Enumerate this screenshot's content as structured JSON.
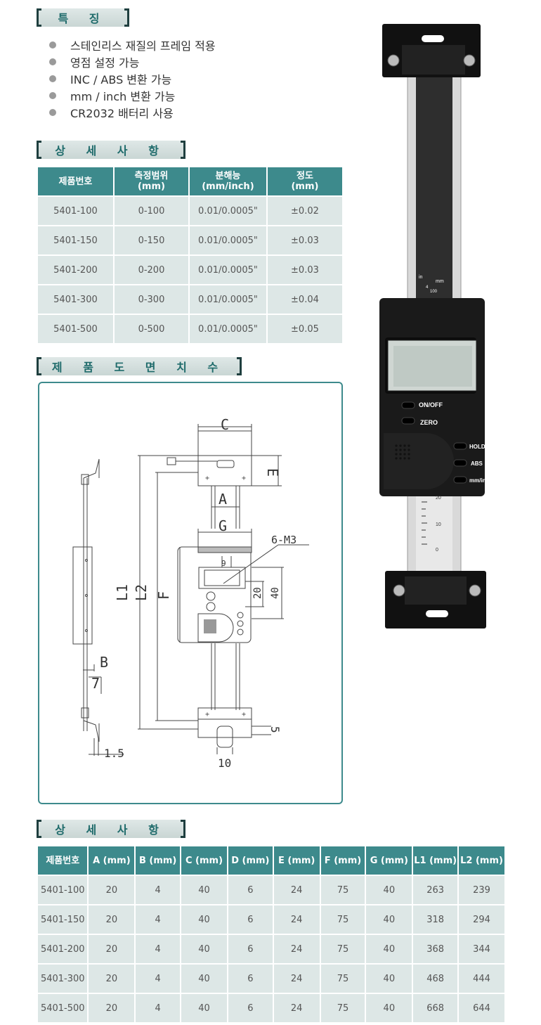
{
  "features": {
    "title": "특 징",
    "items": [
      "스테인리스 재질의 프레임 적용",
      "영점 설정 가능",
      "INC / ABS 변환 가능",
      "mm / inch 변환 가능",
      "CR2032 배터리 사용"
    ]
  },
  "spec1": {
    "title": "상 세 사 항",
    "headers": [
      [
        "제품번호",
        ""
      ],
      [
        "측정범위",
        "(mm)"
      ],
      [
        "분해능",
        "(mm/inch)"
      ],
      [
        "정도",
        "(mm)"
      ]
    ],
    "rows": [
      [
        "5401-100",
        "0-100",
        "0.01/0.0005\"",
        "±0.02"
      ],
      [
        "5401-150",
        "0-150",
        "0.01/0.0005\"",
        "±0.03"
      ],
      [
        "5401-200",
        "0-200",
        "0.01/0.0005\"",
        "±0.03"
      ],
      [
        "5401-300",
        "0-300",
        "0.01/0.0005\"",
        "±0.04"
      ],
      [
        "5401-500",
        "0-500",
        "0.01/0.0005\"",
        "±0.05"
      ]
    ]
  },
  "drawing": {
    "title": "제 품 도 면 치 수",
    "labels": {
      "C": "C",
      "E": "E",
      "A": "A",
      "G": "G",
      "M3": "6-M3",
      "nine": "9",
      "twenty": "20",
      "forty": "40",
      "L1": "L1",
      "L2": "L2",
      "F": "F",
      "B": "B",
      "seven": "7",
      "five": "5",
      "ten": "10",
      "onefive": "1.5"
    }
  },
  "product": {
    "buttons": [
      "ON/OFF",
      "ZERO",
      "HOLD",
      "ABS",
      "mm/in"
    ],
    "scale_units": [
      "in",
      "mm"
    ],
    "scale_top": [
      "4",
      "100"
    ],
    "scale_bottom": [
      "20",
      "10",
      "0"
    ]
  },
  "spec2": {
    "title": "상 세 사 항",
    "headers": [
      "제품번호",
      "A (mm)",
      "B (mm)",
      "C (mm)",
      "D (mm)",
      "E (mm)",
      "F (mm)",
      "G (mm)",
      "L1 (mm)",
      "L2 (mm)"
    ],
    "rows": [
      [
        "5401-100",
        "20",
        "4",
        "40",
        "6",
        "24",
        "75",
        "40",
        "263",
        "239"
      ],
      [
        "5401-150",
        "20",
        "4",
        "40",
        "6",
        "24",
        "75",
        "40",
        "318",
        "294"
      ],
      [
        "5401-200",
        "20",
        "4",
        "40",
        "6",
        "24",
        "75",
        "40",
        "368",
        "344"
      ],
      [
        "5401-300",
        "20",
        "4",
        "40",
        "6",
        "24",
        "75",
        "40",
        "468",
        "444"
      ],
      [
        "5401-500",
        "20",
        "4",
        "40",
        "6",
        "24",
        "75",
        "40",
        "668",
        "644"
      ]
    ]
  }
}
